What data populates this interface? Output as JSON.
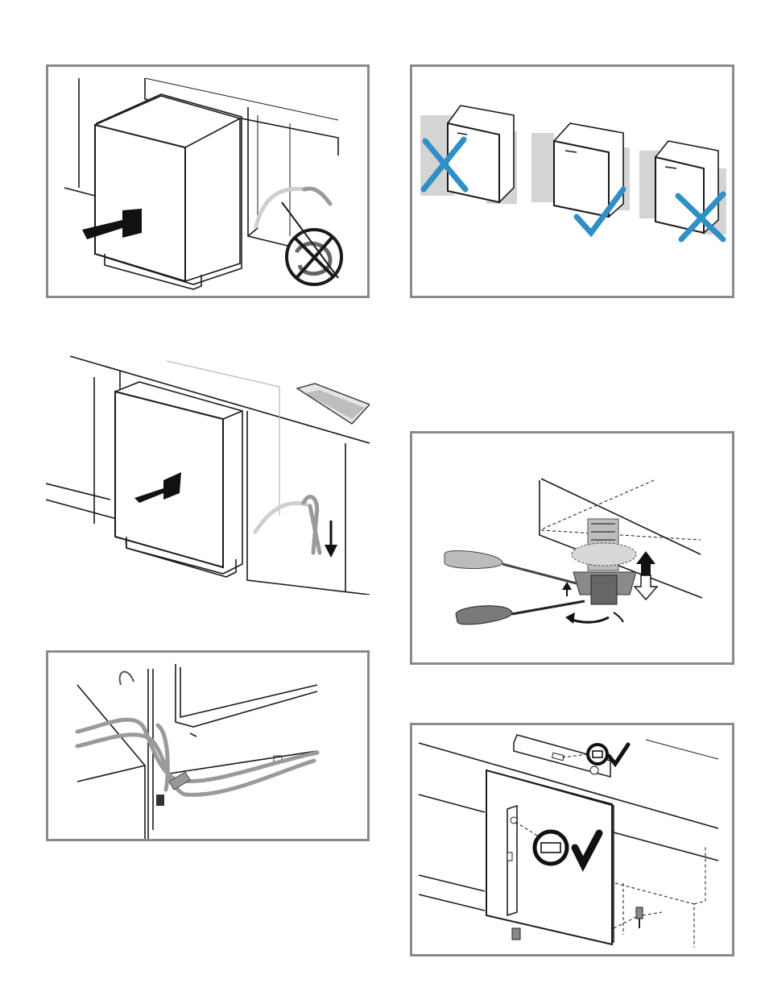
{
  "page": {
    "background": "#ffffff",
    "frame_color": "#8a8a8a"
  },
  "figures": [
    {
      "id": "push-in",
      "icons": [
        "arrow-right-icon",
        "no-hose-kink-icon"
      ]
    },
    {
      "id": "side-alignment",
      "icons": [
        "cross-mark-icon",
        "check-mark-icon",
        "cross-mark-icon"
      ],
      "accent": "#2f8fc7"
    },
    {
      "id": "push-in-hose-pulled",
      "icons": [
        "arrow-right-icon",
        "arrow-down-icon"
      ]
    },
    {
      "id": "foot-adjustment",
      "icons": [
        "screwdriver-icon",
        "screwdriver-icon",
        "arrow-up-icon",
        "arrow-down-icon",
        "rotate-icon"
      ]
    },
    {
      "id": "hose-routing",
      "icons": []
    },
    {
      "id": "leveling",
      "icons": [
        "spirit-level-icon",
        "check-mark-icon",
        "check-mark-icon"
      ]
    }
  ]
}
